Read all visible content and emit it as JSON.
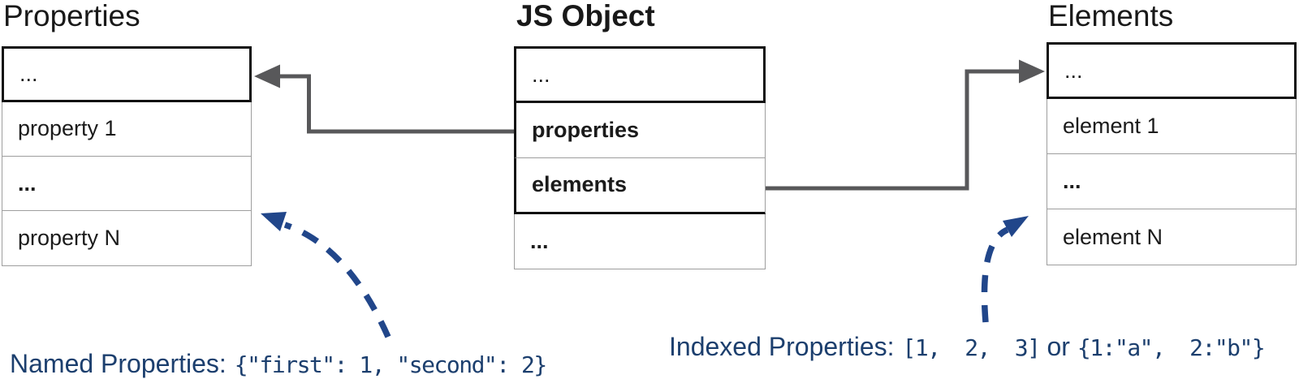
{
  "tables": {
    "properties": {
      "title": "Properties",
      "rows": [
        "...",
        "property 1",
        "...",
        "property N"
      ]
    },
    "js_object": {
      "title": "JS Object",
      "rows": [
        "...",
        "properties",
        "elements",
        "..."
      ]
    },
    "elements": {
      "title": "Elements",
      "rows": [
        "...",
        "element 1",
        "...",
        "element N"
      ]
    }
  },
  "annotations": {
    "named": {
      "label": "Named Properties:",
      "code": "{\"first\": 1, \"second\": 2}"
    },
    "indexed": {
      "label": "Indexed Properties:",
      "array_code": "[1,  2,  3]",
      "connector": "or",
      "object_code": "{1:\"a\",  2:\"b\"}"
    }
  },
  "colors": {
    "solid_arrow": "#58585a",
    "dashed_arrow": "#21468a",
    "annotation_text": "#1c3f6e",
    "strong_border": "#111111",
    "light_border": "#9e9e9e"
  }
}
